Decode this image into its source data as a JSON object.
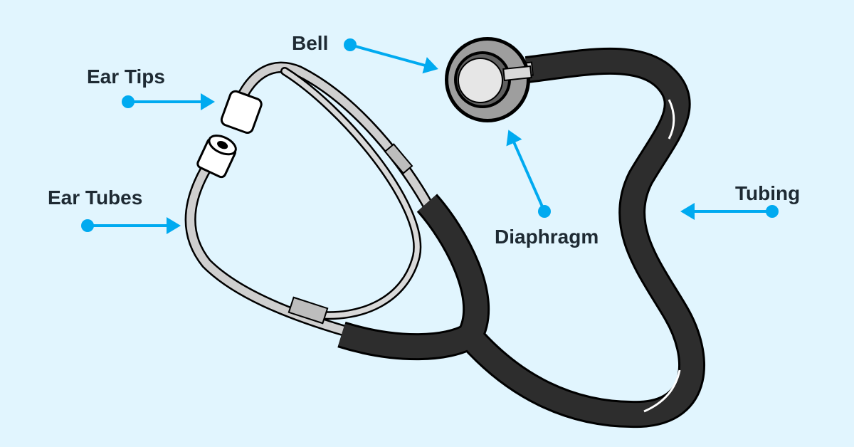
{
  "labels": {
    "bell": "Bell",
    "ear_tips": "Ear Tips",
    "ear_tubes": "Ear Tubes",
    "diaphragm": "Diaphragm",
    "tubing": "Tubing"
  },
  "colors": {
    "background": "#e1f5fe",
    "arrow": "#00aaf0",
    "tubing": "#2d2d2d",
    "metal": "#cfcfcf"
  }
}
